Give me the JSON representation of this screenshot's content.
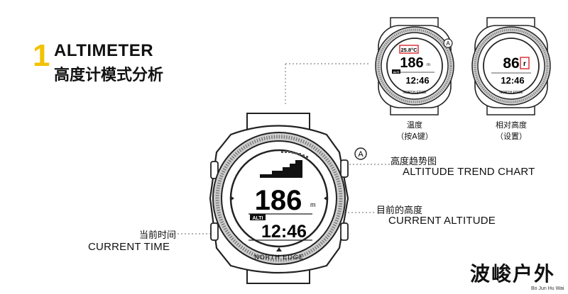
{
  "heading": {
    "number": "1",
    "title": "ALTIMETER",
    "subtitle": "高度计模式分析"
  },
  "main_watch": {
    "altitude_value": "186",
    "unit": "m",
    "mode_label": "ALTI",
    "time": "12:46",
    "bezel_text": "NORTH EDGE",
    "button_marker": "A"
  },
  "annotations": {
    "trend": {
      "cn": "高度趋势图",
      "en": "ALTITUDE TREND CHART"
    },
    "current_altitude": {
      "cn": "目前的高度",
      "en": "CURRENT ALTITUDE"
    },
    "current_time": {
      "cn": "当前时间",
      "en": "CURRENT TIME"
    }
  },
  "small_watch_1": {
    "temp": "25.8°C",
    "value": "186",
    "unit": "m",
    "mode_label": "ALTI",
    "time": "12:46",
    "bezel_text": "NORTH EDGE",
    "button_marker": "A",
    "caption_line1": "温度",
    "caption_line2": "（按A键）"
  },
  "small_watch_2": {
    "value": "86",
    "indicator": "r",
    "time": "12:46",
    "bezel_text": "NORTH EDGE",
    "caption_line1": "相对高度",
    "caption_line2": "（设置）"
  },
  "brand": {
    "name": "波峻户外",
    "sub": "Bo Jun Hu Wai"
  }
}
